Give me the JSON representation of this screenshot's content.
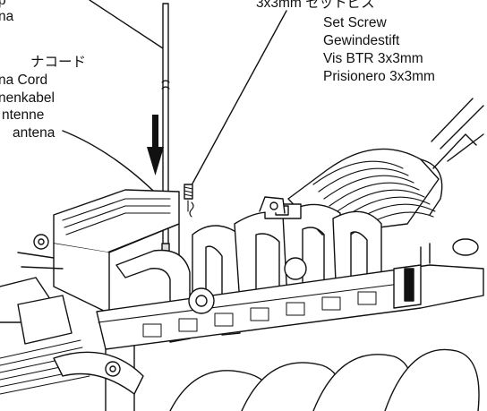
{
  "labels": {
    "top_left_partial_1": "p",
    "top_left_partial_2": "na",
    "antenna_jp": "ナコード",
    "antenna_en": "na Cord",
    "antenna_de": "nenkabel",
    "antenna_fr": "ntenne",
    "antenna_es": "antena",
    "screw_jp": "3x3mm セットビス",
    "screw_en": "Set Screw",
    "screw_de": "Gewindestift",
    "screw_fr": "Vis BTR 3x3mm",
    "screw_es": "Prisionero 3x3mm"
  },
  "colors": {
    "line": "#111111",
    "background": "#ffffff",
    "shade": "#d9d9d9",
    "dark": "#555555"
  },
  "icons": {
    "arrow": "down-arrow-icon"
  }
}
